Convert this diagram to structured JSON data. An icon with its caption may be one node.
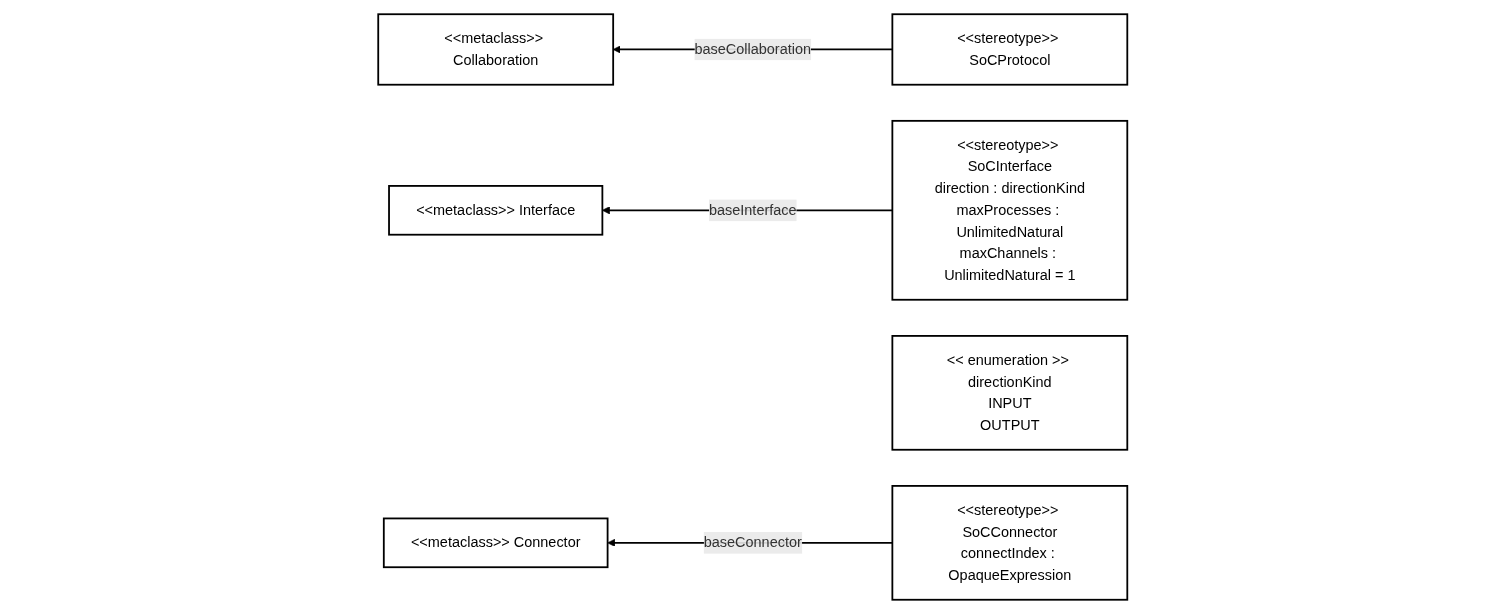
{
  "diagram": {
    "nodes": [
      {
        "text": [
          "<<metaclass>> Collaboration"
        ]
      },
      {
        "text": [
          "<<stereotype>> SoCProtocol"
        ]
      },
      {
        "text": [
          "<<metaclass>> Interface"
        ]
      },
      {
        "text": [
          "<<stereotype>> SoCInterface",
          "direction : directionKind",
          "maxProcesses : UnlimitedNatural",
          "maxChannels : UnlimitedNatural = 1"
        ]
      },
      {
        "text": [
          "<< enumeration >> directionKind",
          "INPUT",
          "OUTPUT"
        ]
      },
      {
        "text": [
          "<<metaclass>> Connector"
        ]
      },
      {
        "text": [
          "<<stereotype>> SoCConnector",
          "connectIndex : OpaqueExpression"
        ]
      }
    ],
    "edges": [
      {
        "from": 1,
        "to": 0,
        "arrow": "to",
        "label": "baseCollaboration"
      },
      {
        "from": 3,
        "to": 2,
        "arrow": "to",
        "label": "baseInterface"
      },
      {
        "from": 6,
        "to": 5,
        "arrow": "to",
        "label": "baseConnector"
      }
    ]
  }
}
